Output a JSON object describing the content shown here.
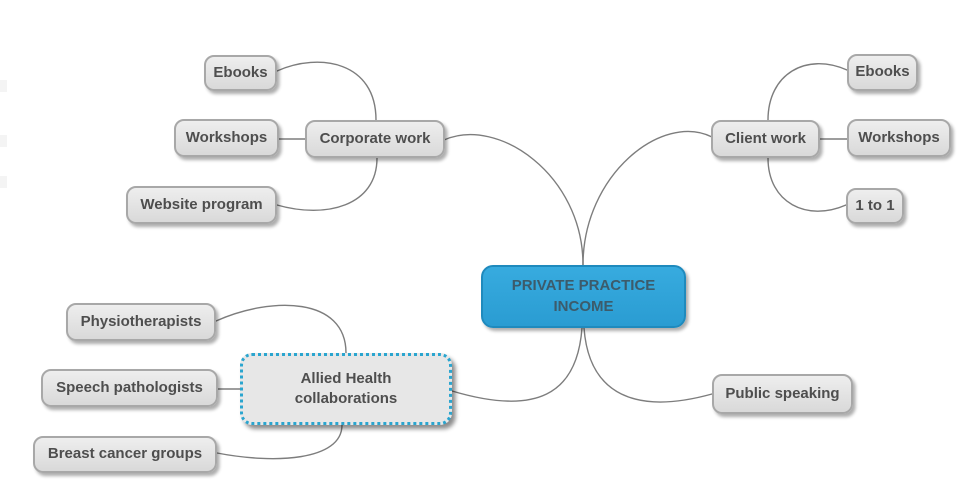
{
  "app": {
    "type": "mind-map",
    "background": "#ffffff"
  },
  "colors": {
    "center_fill": "#2fa6db",
    "center_border": "#1f8abd",
    "center_text": "#3c5b6b",
    "node_fill": "#e3e3e3",
    "node_border": "#a8a8a8",
    "node_text": "#4e4e4e",
    "selected_node_border": "#2aa5cf",
    "edge_line": "#7d7d7d"
  },
  "nodes": {
    "center": {
      "label": "PRIVATE PRACTICE INCOME",
      "selected": false
    },
    "corporate": {
      "label": "Corporate work",
      "selected": false
    },
    "ebooks_left": {
      "label": "Ebooks",
      "selected": false
    },
    "workshops_left": {
      "label": "Workshops",
      "selected": false
    },
    "website_program": {
      "label": "Website program",
      "selected": false
    },
    "client": {
      "label": "Client work",
      "selected": false
    },
    "ebooks_right": {
      "label": "Ebooks",
      "selected": false
    },
    "workshops_right": {
      "label": "Workshops",
      "selected": false
    },
    "one_to_one": {
      "label": "1 to 1",
      "selected": false
    },
    "allied": {
      "label": "Allied Health collaborations",
      "selected": true
    },
    "physio": {
      "label": "Physiotherapists",
      "selected": false
    },
    "speech": {
      "label": "Speech pathologists",
      "selected": false
    },
    "breast": {
      "label": "Breast cancer groups",
      "selected": false
    },
    "public_speaking": {
      "label": "Public speaking",
      "selected": false
    }
  },
  "edges": [
    {
      "from": "center",
      "to": "corporate"
    },
    {
      "from": "center",
      "to": "client"
    },
    {
      "from": "center",
      "to": "allied"
    },
    {
      "from": "center",
      "to": "public_speaking"
    },
    {
      "from": "corporate",
      "to": "ebooks_left"
    },
    {
      "from": "corporate",
      "to": "workshops_left"
    },
    {
      "from": "corporate",
      "to": "website_program"
    },
    {
      "from": "client",
      "to": "ebooks_right"
    },
    {
      "from": "client",
      "to": "workshops_right"
    },
    {
      "from": "client",
      "to": "one_to_one"
    },
    {
      "from": "allied",
      "to": "physio"
    },
    {
      "from": "allied",
      "to": "speech"
    },
    {
      "from": "allied",
      "to": "breast"
    }
  ]
}
